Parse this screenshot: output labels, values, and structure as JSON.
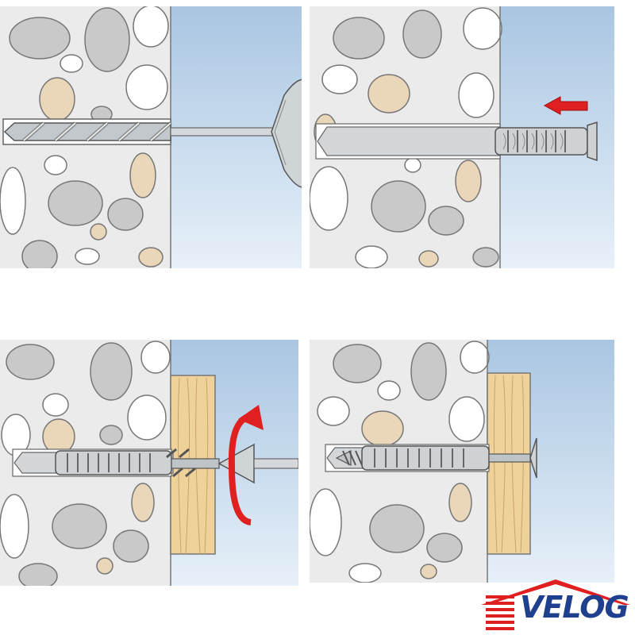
{
  "steps": [
    {
      "index": 1,
      "action": "drill-hole",
      "tool": "drill-bit"
    },
    {
      "index": 2,
      "action": "insert-plug",
      "tool": "wall-plug",
      "arrow_color": "#e02020"
    },
    {
      "index": 3,
      "action": "drive-screw",
      "tool": "screw",
      "arrow_color": "#e02020"
    },
    {
      "index": 4,
      "action": "fixed",
      "tool": "screw"
    }
  ],
  "colors": {
    "wall": "#ebebeb",
    "stone_gray": "#c9c9c9",
    "stone_white": "#ffffff",
    "stone_tan": "#ead6b8",
    "sky_top": "#a9c6e2",
    "sky_bottom": "#e7f0f9",
    "wood": "#efd29a",
    "plug": "#cfd2d5",
    "metal": "#bfc4c8",
    "arrow": "#e02020",
    "brand_blue": "#1f3f8f",
    "brand_red": "#e02020"
  },
  "logo": {
    "text": "VELOG"
  }
}
